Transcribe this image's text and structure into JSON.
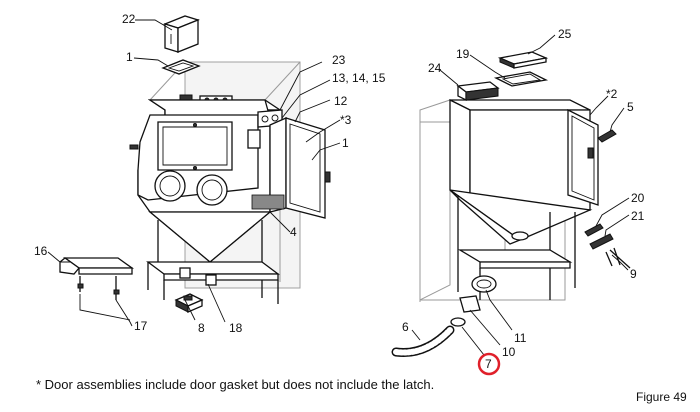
{
  "callouts": [
    {
      "id": "c22",
      "text": "22"
    },
    {
      "id": "c1a",
      "text": "1"
    },
    {
      "id": "c23",
      "text": "23"
    },
    {
      "id": "c131415",
      "text": "13, 14, 15"
    },
    {
      "id": "c12",
      "text": "12"
    },
    {
      "id": "c3",
      "text": "*3"
    },
    {
      "id": "c1b",
      "text": "1"
    },
    {
      "id": "c4",
      "text": "4"
    },
    {
      "id": "c16",
      "text": "16"
    },
    {
      "id": "c17",
      "text": "17"
    },
    {
      "id": "c8",
      "text": "8"
    },
    {
      "id": "c18",
      "text": "18"
    },
    {
      "id": "c25",
      "text": "25"
    },
    {
      "id": "c19",
      "text": "19"
    },
    {
      "id": "c24",
      "text": "24"
    },
    {
      "id": "c2",
      "text": "*2"
    },
    {
      "id": "c5",
      "text": "5"
    },
    {
      "id": "c20",
      "text": "20"
    },
    {
      "id": "c21",
      "text": "21"
    },
    {
      "id": "c9",
      "text": "9"
    },
    {
      "id": "c11",
      "text": "11"
    },
    {
      "id": "c6",
      "text": "6"
    },
    {
      "id": "c10",
      "text": "10"
    },
    {
      "id": "c7",
      "text": "7"
    }
  ],
  "highlighted_callout": "7",
  "highlight_color": "#e0202a",
  "footnote": "* Door assemblies include door gasket but does not include the latch.",
  "figure_label": "Figure 49"
}
